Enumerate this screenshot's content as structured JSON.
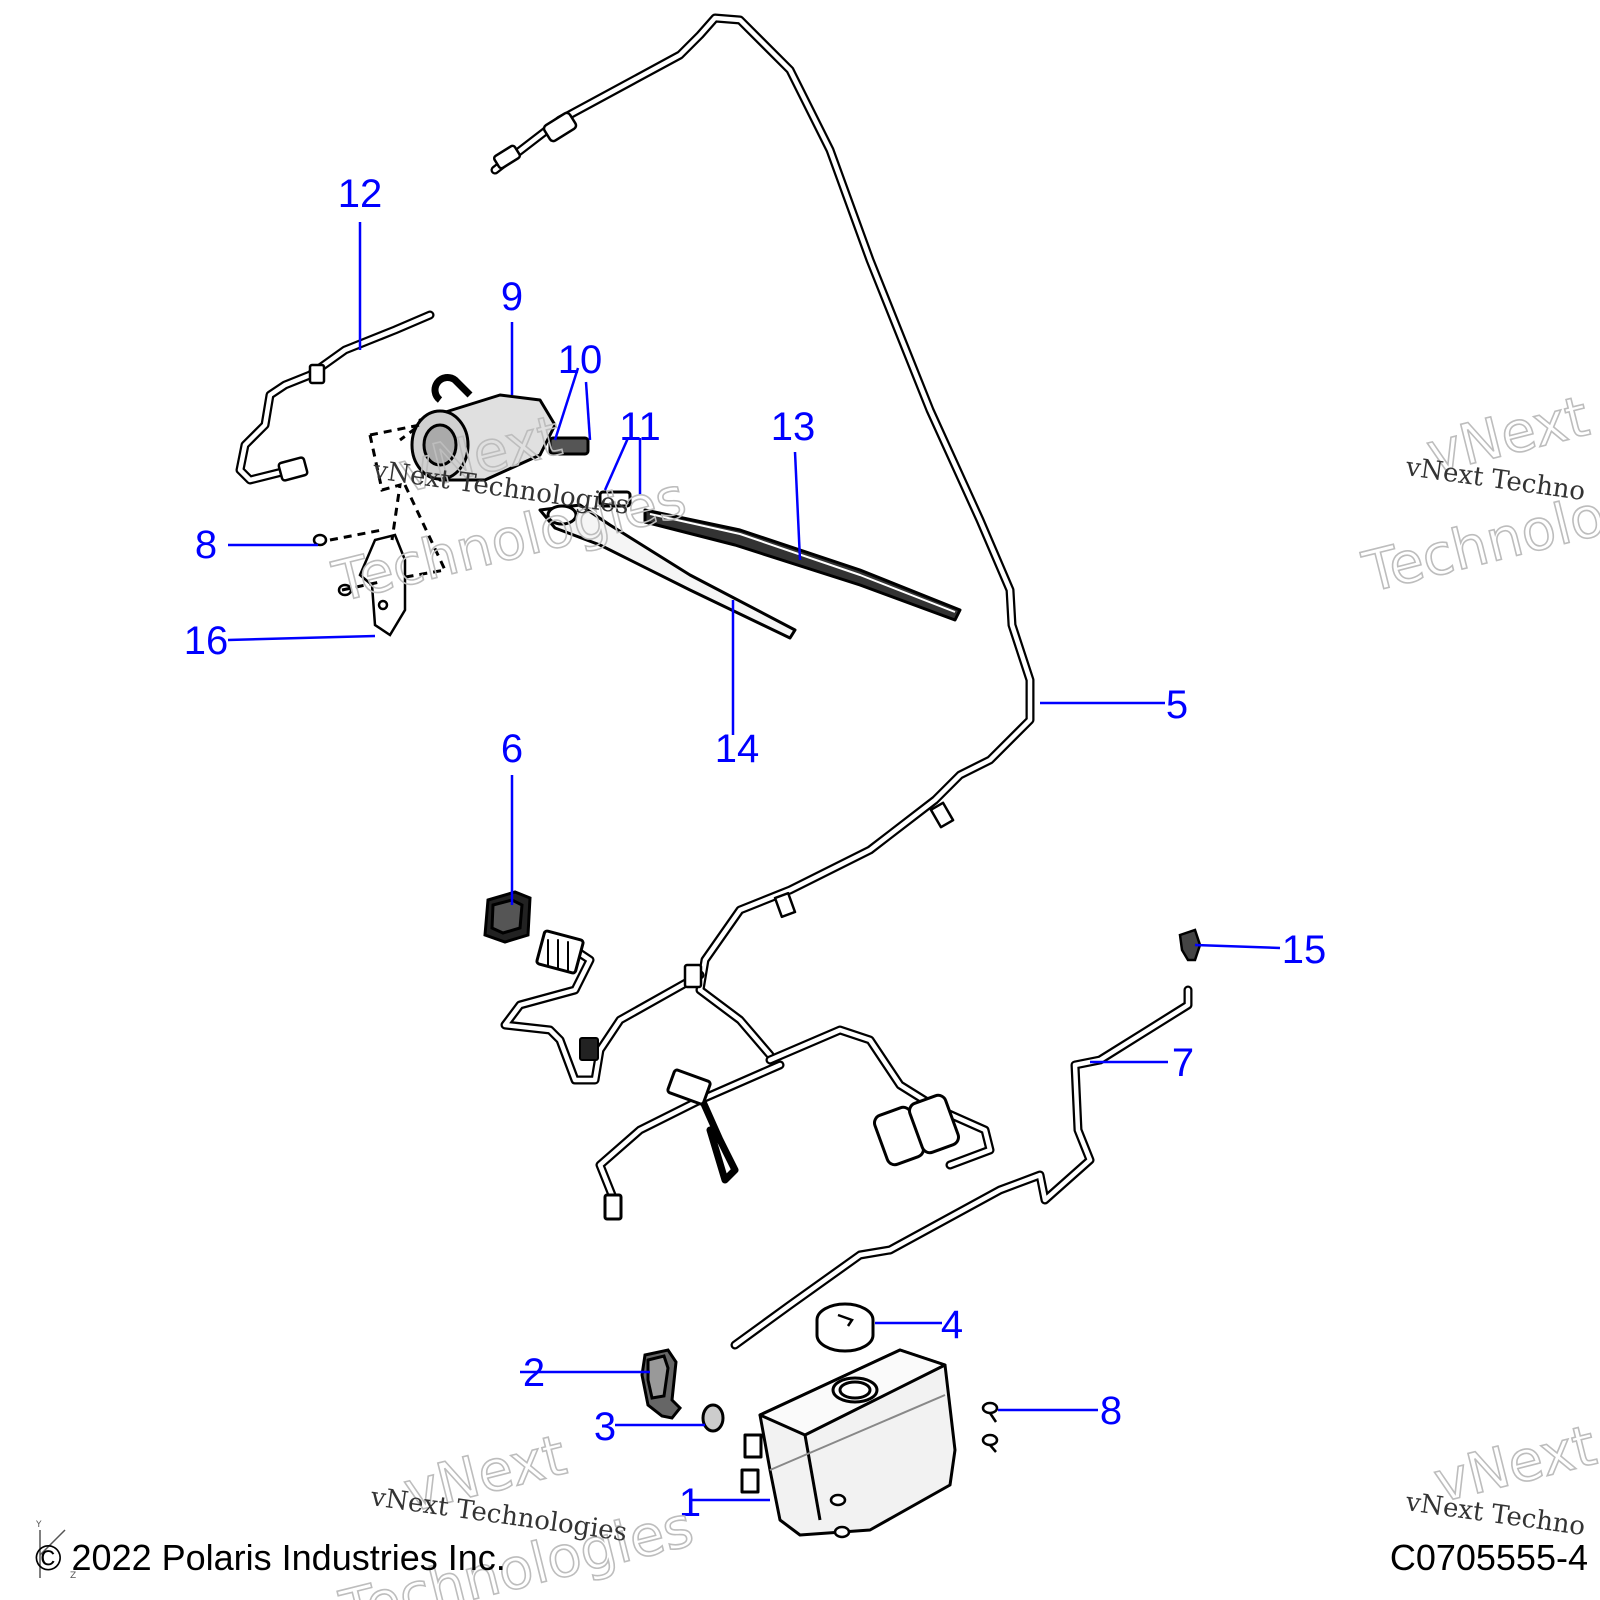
{
  "colors": {
    "callout": "#0000ff",
    "line": "#000000",
    "watermark": "#bdbdbd"
  },
  "callouts": {
    "c1": "1",
    "c2": "2",
    "c3": "3",
    "c4": "4",
    "c5": "5",
    "c6": "6",
    "c7": "7",
    "c8a": "8",
    "c8b": "8",
    "c9": "9",
    "c10": "10",
    "c11": "11",
    "c12": "12",
    "c13": "13",
    "c14": "14",
    "c15": "15",
    "c16": "16"
  },
  "watermark": {
    "line1": "vNext",
    "line2": "Technologies",
    "small": "vNext Technologies",
    "small_cut": "vNext Techno",
    "big_cut1": "vNext",
    "big_cut2": "Technolo"
  },
  "footer": {
    "copyright": "© 2022 Polaris Industries Inc.",
    "code": "C0705555-4",
    "axis_y": "Y",
    "axis_z": "Z"
  }
}
